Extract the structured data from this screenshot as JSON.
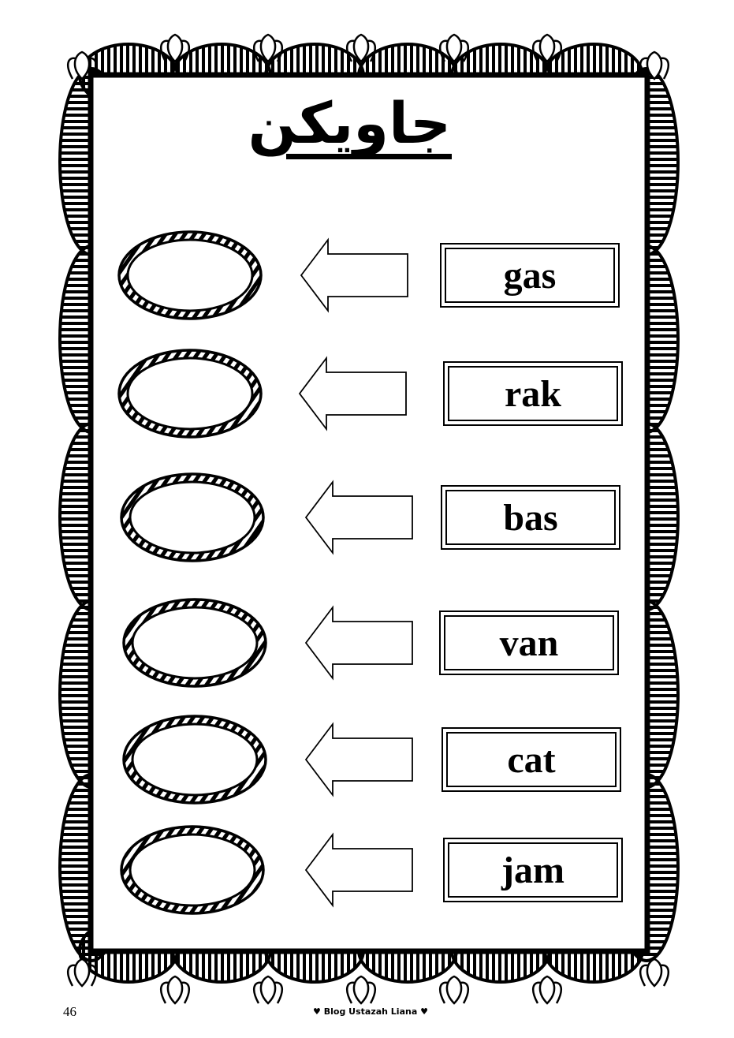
{
  "worksheet": {
    "title": "جاويكن",
    "rows": [
      {
        "word": "gas"
      },
      {
        "word": "rak"
      },
      {
        "word": "bas"
      },
      {
        "word": "van"
      },
      {
        "word": "cat"
      },
      {
        "word": "jam"
      }
    ]
  },
  "footer": {
    "page_number": "46",
    "credit": "♥ Blog Ustazah Liana ♥"
  },
  "icons": {
    "answer": "oval-answer-icon",
    "direction": "arrow-left-icon"
  }
}
